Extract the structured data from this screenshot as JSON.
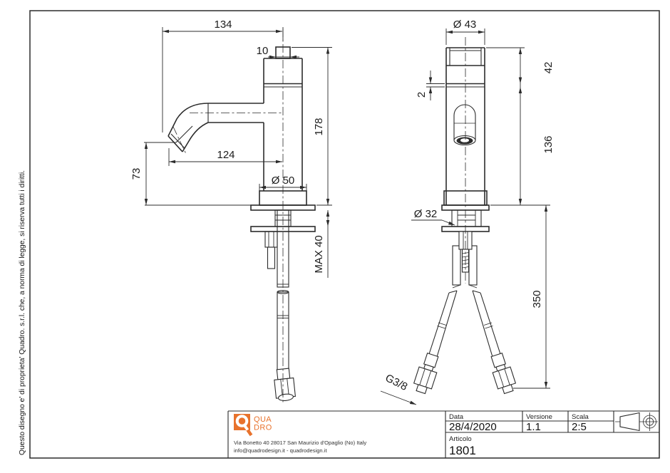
{
  "colors": {
    "accent_orange": "#e8722c",
    "line": "#2b2b2b"
  },
  "copyright_note": "Questo disegno e' di proprieta' Quadro. s.r.l. che, a norma di legge, si riserva tutti i diritti.",
  "drawing": {
    "side_view": {
      "width": "134",
      "knob_width": "10",
      "total_height": "178",
      "spout_reach": "124",
      "spout_height": "73",
      "base_diameter": "Ø 50",
      "max_counter_thickness": "MAX 40"
    },
    "front_view": {
      "top_diameter": "Ø 43",
      "cap_height": "42",
      "groove": "2",
      "body_height": "136",
      "shank_diameter": "Ø 32",
      "hose_length": "350",
      "thread_size": "G3/8"
    }
  },
  "title_block": {
    "logo_line1": "QUA",
    "logo_line2": "DRO",
    "address_line1": "Via Bonetto 40 28017 San Maurizio d'Opaglio (No) Italy",
    "address_line2": "info@quadrodesign.it - quadrodesign.it",
    "date_label": "Data",
    "date_value": "28/4/2020",
    "version_label": "Versione",
    "version_value": "1.1",
    "scale_label": "Scala",
    "scale_value": "2:5",
    "article_label": "Articolo",
    "article_value": "1801"
  }
}
